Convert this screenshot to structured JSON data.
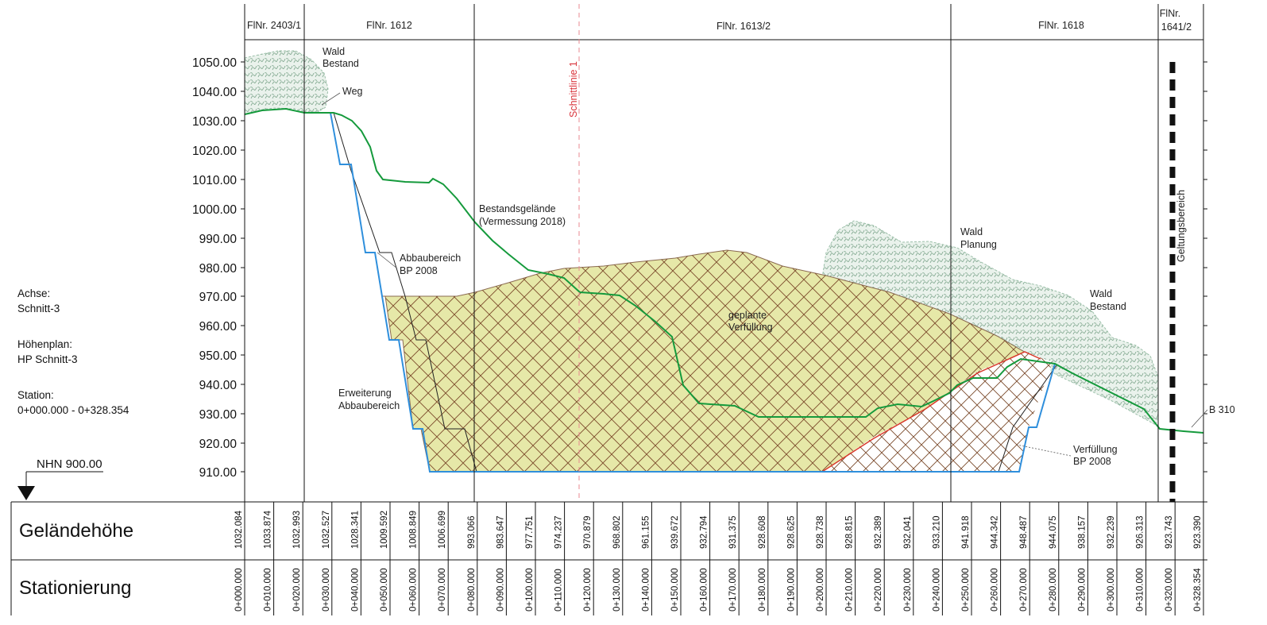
{
  "parcels": [
    {
      "label": "FlNr. 2403/1"
    },
    {
      "label": "FlNr. 1612"
    },
    {
      "label": "FlNr. 1613/2"
    },
    {
      "label": "FlNr. 1618"
    },
    {
      "label_line1": "FlNr.",
      "label_line2": "1641/2"
    }
  ],
  "y_axis": {
    "tick_labels": [
      "1050.00",
      "1040.00",
      "1030.00",
      "1020.00",
      "1010.00",
      "1000.00",
      "990.00",
      "980.00",
      "970.00",
      "960.00",
      "950.00",
      "940.00",
      "930.00",
      "920.00",
      "910.00"
    ],
    "datum_label": "NHN 900.00"
  },
  "side_info": {
    "axis_caption": "Achse:",
    "axis_value": "Schnitt-3",
    "plan_caption": "Höhenplan:",
    "plan_value": "HP Schnitt-3",
    "station_caption": "Station:",
    "station_value": "0+000.000 - 0+328.354"
  },
  "annotations": {
    "wald_bestand_left_1": "Wald",
    "wald_bestand_left_2": "Bestand",
    "weg": "Weg",
    "schnittlinie": "Schnittlinie 1",
    "bestand_1": "Bestandsgelände",
    "bestand_2": "(Vermessung 2018)",
    "abbau_1": "Abbaubereich",
    "abbau_2": "BP 2008",
    "erweiterung_1": "Erweiterung",
    "erweiterung_2": "Abbaubereich",
    "verfuellung_1": "geplante",
    "verfuellung_2": "Verfüllung",
    "wald_planung_1": "Wald",
    "wald_planung_2": "Planung",
    "wald_bestand_right_1": "Wald",
    "wald_bestand_right_2": "Bestand",
    "geltung": "Geltungsbereich",
    "b310": "B 310",
    "verf_bp_1": "Verfüllung",
    "verf_bp_2": "BP 2008"
  },
  "table": {
    "row1_label": "Geländehöhe",
    "row2_label": "Stationierung",
    "columns": [
      {
        "station": "0+000.000",
        "elevation": "1032.084"
      },
      {
        "station": "0+010.000",
        "elevation": "1033.874"
      },
      {
        "station": "0+020.000",
        "elevation": "1032.993"
      },
      {
        "station": "0+030.000",
        "elevation": "1032.527"
      },
      {
        "station": "0+040.000",
        "elevation": "1028.341"
      },
      {
        "station": "0+050.000",
        "elevation": "1009.592"
      },
      {
        "station": "0+060.000",
        "elevation": "1008.849"
      },
      {
        "station": "0+070.000",
        "elevation": "1006.699"
      },
      {
        "station": "0+080.000",
        "elevation": "993.066"
      },
      {
        "station": "0+090.000",
        "elevation": "983.647"
      },
      {
        "station": "0+100.000",
        "elevation": "977.751"
      },
      {
        "station": "0+110.000",
        "elevation": "974.237"
      },
      {
        "station": "0+120.000",
        "elevation": "970.879"
      },
      {
        "station": "0+130.000",
        "elevation": "968.802"
      },
      {
        "station": "0+140.000",
        "elevation": "961.155"
      },
      {
        "station": "0+150.000",
        "elevation": "939.672"
      },
      {
        "station": "0+160.000",
        "elevation": "932.794"
      },
      {
        "station": "0+170.000",
        "elevation": "931.375"
      },
      {
        "station": "0+180.000",
        "elevation": "928.608"
      },
      {
        "station": "0+190.000",
        "elevation": "928.625"
      },
      {
        "station": "0+200.000",
        "elevation": "928.738"
      },
      {
        "station": "0+210.000",
        "elevation": "928.815"
      },
      {
        "station": "0+220.000",
        "elevation": "932.389"
      },
      {
        "station": "0+230.000",
        "elevation": "932.041"
      },
      {
        "station": "0+240.000",
        "elevation": "933.210"
      },
      {
        "station": "0+250.000",
        "elevation": "941.918"
      },
      {
        "station": "0+260.000",
        "elevation": "944.342"
      },
      {
        "station": "0+270.000",
        "elevation": "948.487"
      },
      {
        "station": "0+280.000",
        "elevation": "944.075"
      },
      {
        "station": "0+290.000",
        "elevation": "938.157"
      },
      {
        "station": "0+300.000",
        "elevation": "932.239"
      },
      {
        "station": "0+310.000",
        "elevation": "926.313"
      },
      {
        "station": "0+320.000",
        "elevation": "923.743"
      },
      {
        "station": "0+328.354",
        "elevation": "923.390"
      }
    ]
  },
  "colors": {
    "existing_terrain": "#159a3c",
    "excavation_extension": "#2f8fdc",
    "fill_area": "#e6e8a8",
    "fill_hatch": "#7b4a2b",
    "forest": "#bfd8c8",
    "forest_stroke": "#8ab49a",
    "red_line": "#d93a2b",
    "schnittlinie": "#d9323a"
  }
}
